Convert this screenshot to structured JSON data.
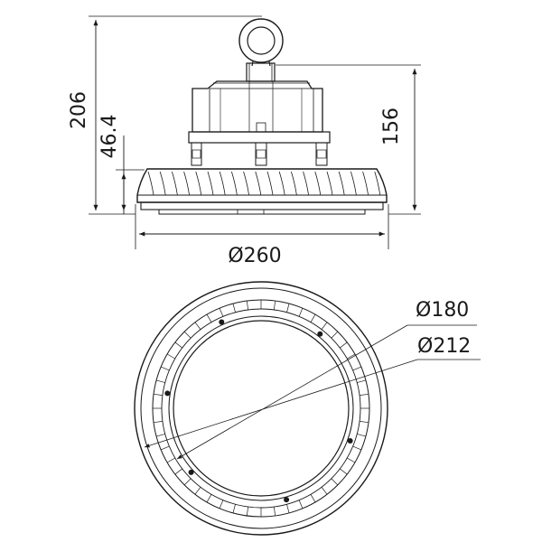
{
  "side_view": {
    "height_total": "206",
    "height_base": "46.4",
    "height_body": "156",
    "width": "Ø260"
  },
  "top_view": {
    "inner_diameter": "Ø180",
    "outer_ring_diameter": "Ø212"
  },
  "colors": {
    "line": "#1a1a1a",
    "background": "#ffffff"
  }
}
